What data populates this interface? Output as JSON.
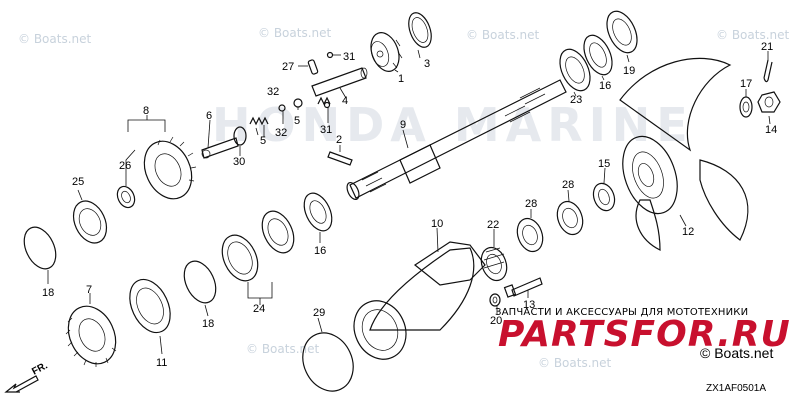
{
  "watermark": {
    "site": "© Boats.net",
    "brand": "HONDA MARINE"
  },
  "part_labels": [
    "1",
    "2",
    "3",
    "4",
    "5",
    "5",
    "6",
    "7",
    "8",
    "9",
    "10",
    "11",
    "12",
    "13",
    "14",
    "15",
    "16",
    "16",
    "17",
    "18",
    "18",
    "19",
    "20",
    "21",
    "22",
    "23",
    "24",
    "25",
    "26",
    "27",
    "28",
    "28",
    "29",
    "30",
    "31",
    "31",
    "32",
    "32"
  ],
  "footer": {
    "ru_caption": "ЗАПЧАСТИ И АКСЕССУАРЫ ДЛЯ МОТОТЕХНИКИ",
    "partsfor_logo": "PARTSFOR.RU",
    "boats_mark": "© Boats.net",
    "diagram_code": "ZX1AF0501A",
    "front_arrow": "FR."
  },
  "colors": {
    "ink": "#111111",
    "logo_red": "#c8102e",
    "watermark": "#c8d2dc"
  }
}
